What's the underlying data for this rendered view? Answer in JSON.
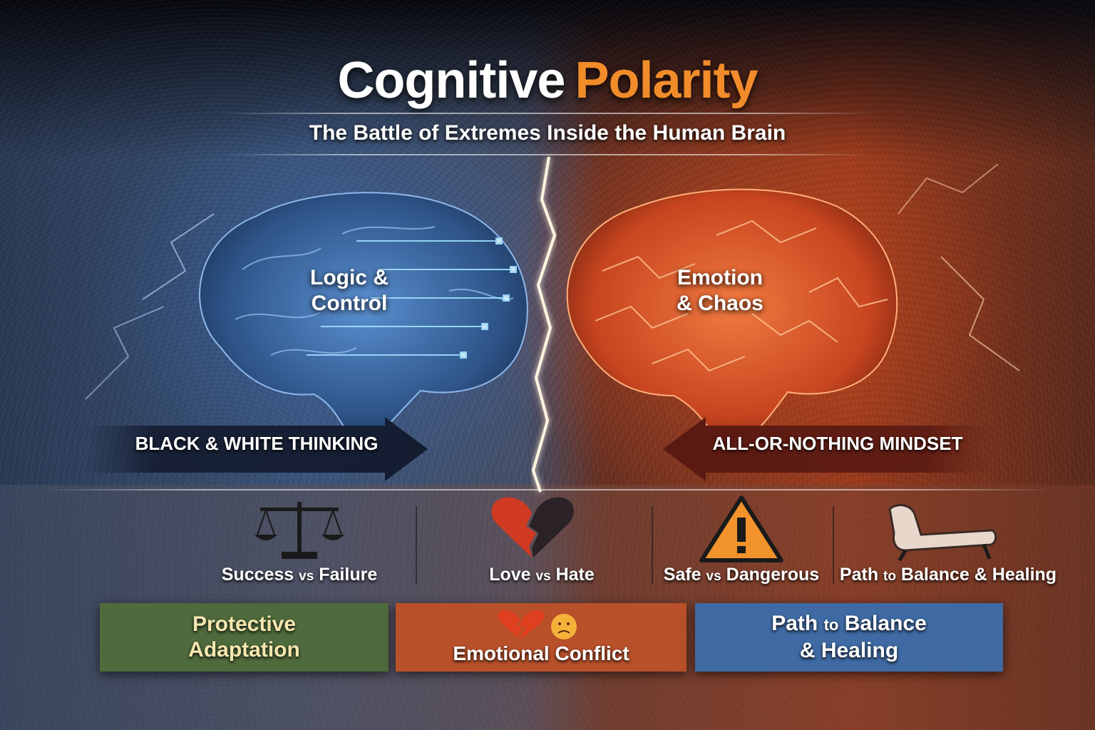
{
  "title": {
    "word1": "Cognitive",
    "word2": "Polarity"
  },
  "subtitle": "The Battle of Extremes Inside the Human Brain",
  "brains": {
    "left": {
      "line1": "Logic &",
      "line2": "Control"
    },
    "right": {
      "line1": "Emotion",
      "line2": "& Chaos"
    }
  },
  "arrows": {
    "left": "BLACK & WHITE THINKING",
    "right": "ALL-OR-NOTHING MINDSET"
  },
  "items": [
    {
      "pre": "Success ",
      "vs": "vs",
      "post": " Failure",
      "icon": "scales-icon"
    },
    {
      "pre": "Love ",
      "vs": "vs",
      "post": " Hate",
      "icon": "broken-heart-icon"
    },
    {
      "pre": "Safe ",
      "vs": "vs",
      "post": " Dangerous",
      "icon": "warning-icon"
    },
    {
      "pre": "Path ",
      "vs": "to",
      "post": " Balance & Healing",
      "icon": "couch-icon"
    }
  ],
  "boxes": {
    "left": {
      "line1": "Protective",
      "line2": "Adaptation",
      "color": "#4f6a3c"
    },
    "middle": {
      "label": "Emotional Conflict",
      "color": "#b8502a"
    },
    "right": {
      "line1a": "Path ",
      "line1b": "to",
      "line1c": " Balance",
      "line2": "& Healing",
      "color": "#3f6aa3"
    }
  },
  "colors": {
    "accent_orange": "#f28c2a",
    "blue": "#3f6aa3",
    "red": "#c8451f"
  }
}
